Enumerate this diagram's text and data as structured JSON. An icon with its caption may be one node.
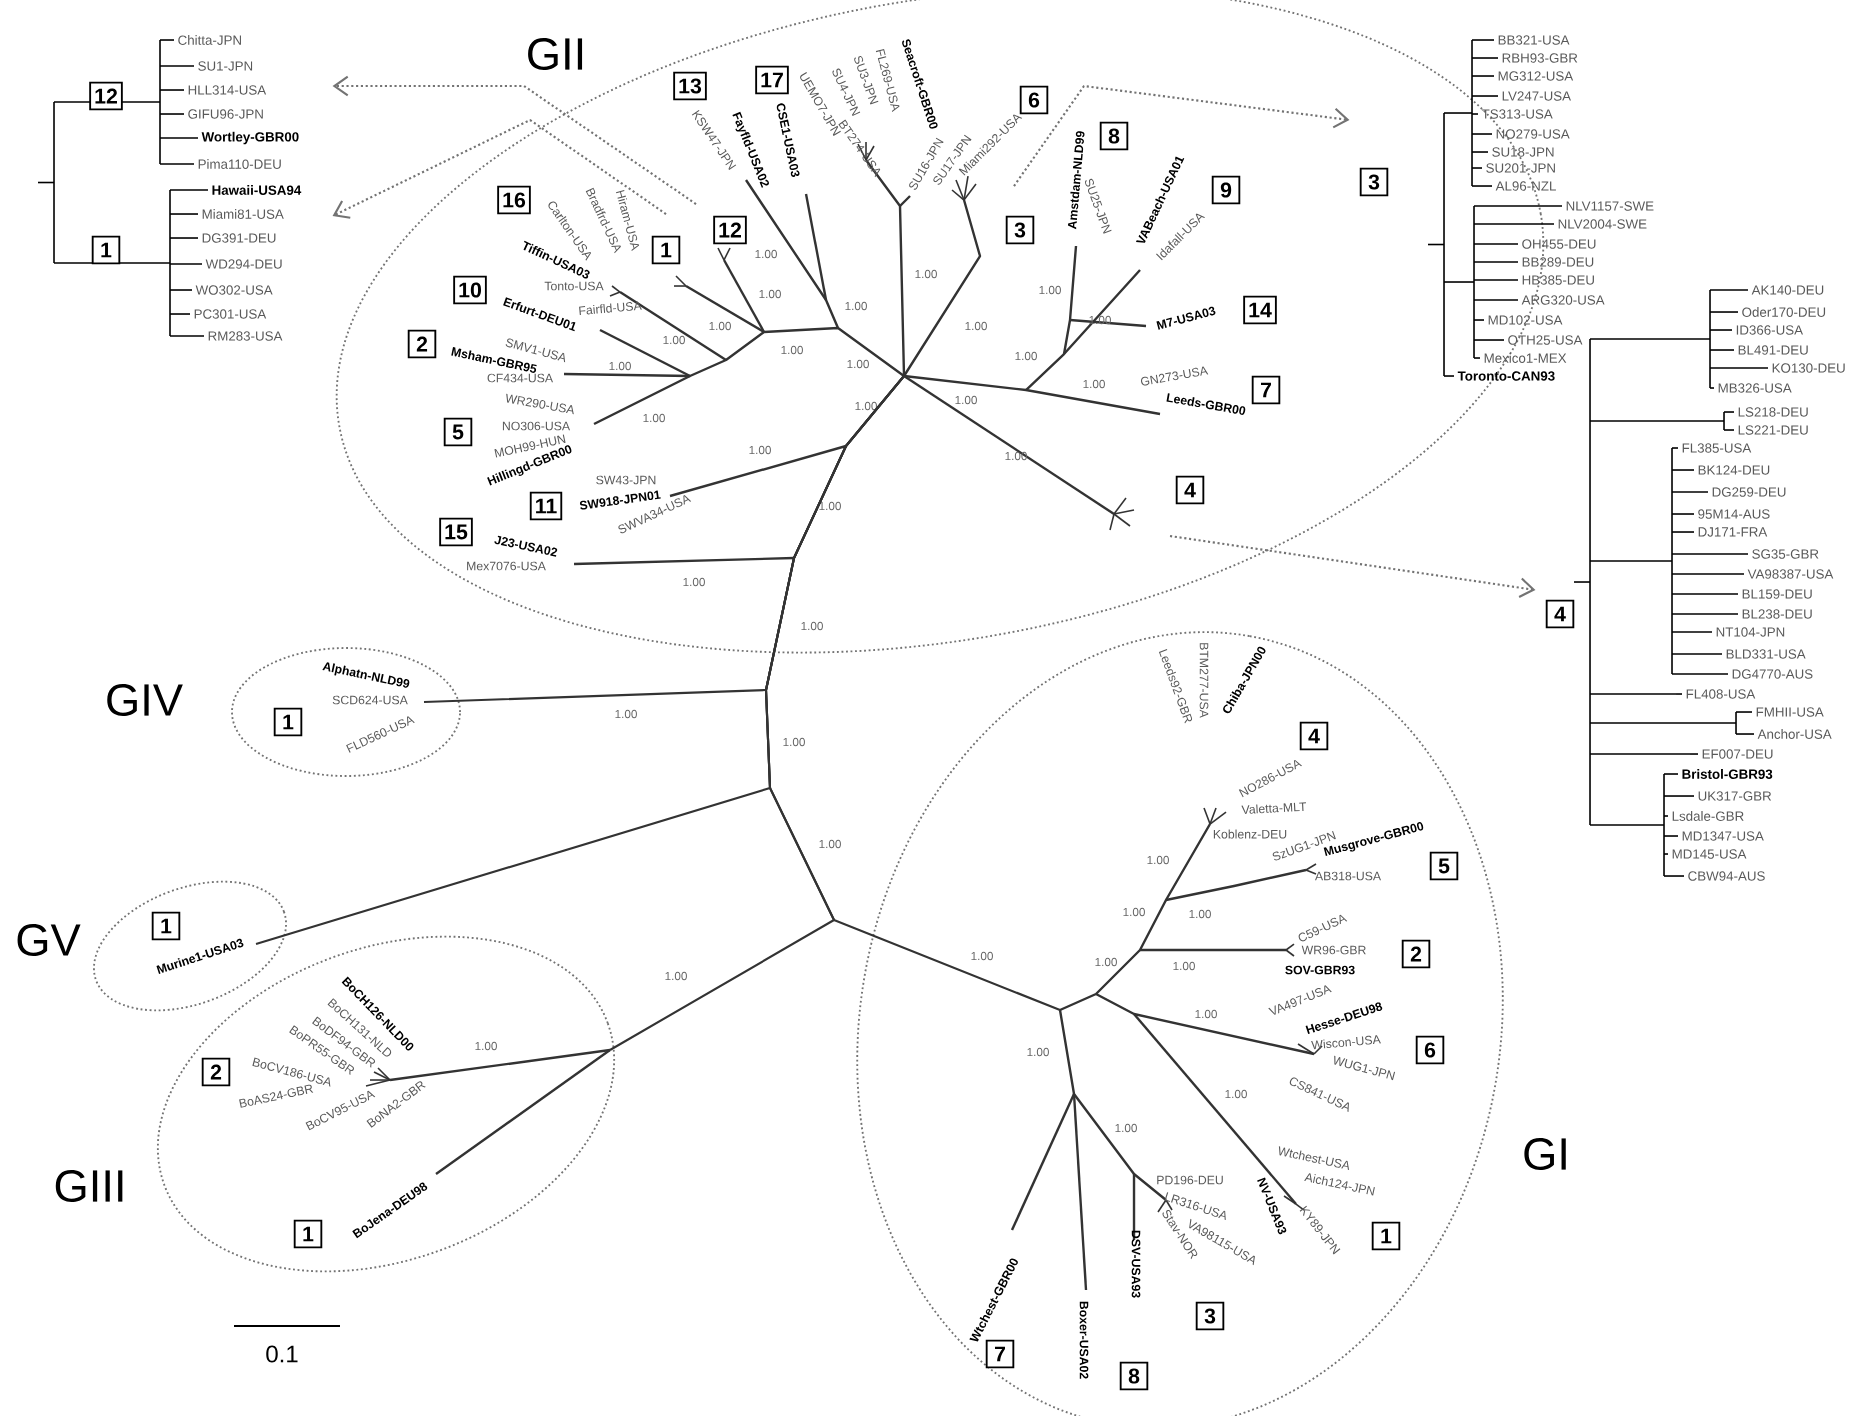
{
  "diagram": {
    "nodes": [
      {
        "text": [
          "12",
          "Chitta-JPN",
          "SU1-JPN",
          "HLL314-USA",
          "GIFU96-JPN",
          "Wortley-GBR00",
          "Pima110-DEU",
          "1",
          "Hawaii-USA94",
          "Miami81-USA",
          "DG391-DEU",
          "WD294-DEU",
          "WO302-USA",
          "PC301-USA",
          "RM283-USA"
        ]
      },
      {
        "text": [
          "GII",
          "13",
          "17",
          "6",
          "KSW47-JPN",
          "Fayfld-USA02",
          "CSE1-USA03",
          "UEMO7-JPN",
          "BT274-USA",
          "SU4-JPN",
          "SU3-JPN",
          "FL269-USA",
          "Seacroft-GBR00",
          "SU16-JPN",
          "SU17-JPN",
          "Miami292-USA",
          "16",
          "1",
          "12",
          "Hiram-USA",
          "Bradfrd-USA",
          "Carlton-USA",
          "10",
          "Tiffin-USA03",
          "Tonto-USA",
          "Fairfld-USA",
          "Erfurt-DEU01",
          "2",
          "SMV1-USA",
          "Msham-GBR95",
          "CF434-USA",
          "5",
          "WR290-USA",
          "NO306-USA",
          "MOH99-HUN",
          "Hillingd-GBR00",
          "11",
          "SW43-JPN",
          "SW918-JPN01",
          "SWVA34-USA",
          "15",
          "J23-USA02",
          "Mex7076-USA",
          "8",
          "3",
          "9",
          "Amstdam-NLD99",
          "SU25-JPN",
          "VABeach-USA01",
          "Idafall-USA",
          "14",
          "M7-USA03",
          "7",
          "GN273-USA",
          "Leeds-GBR00",
          "4",
          "1.00",
          "1.00",
          "1.00",
          "1.00",
          "1.00",
          "1.00",
          "1.00",
          "1.00",
          "1.00",
          "1.00",
          "1.00",
          "1.00",
          "1.00",
          "1.00",
          "1.00",
          "1.00",
          "1.00",
          "1.00",
          "1.00",
          "1.00",
          "1.00",
          "1.00"
        ]
      },
      {
        "text": [
          "3",
          "BB321-USA",
          "RBH93-GBR",
          "MG312-USA",
          "LV247-USA",
          "TS313-USA",
          "NO279-USA",
          "SU18-JPN",
          "SU201-JPN",
          "AL96-NZL",
          "NLV1157-SWE",
          "NLV2004-SWE",
          "OH455-DEU",
          "BB289-DEU",
          "HB385-DEU",
          "ARG320-USA",
          "MD102-USA",
          "OTH25-USA",
          "Mexico1-MEX",
          "Toronto-CAN93"
        ]
      },
      {
        "text": [
          "4",
          "AK140-DEU",
          "Oder170-DEU",
          "ID366-USA",
          "BL491-DEU",
          "KO130-DEU",
          "MB326-USA",
          "LS218-DEU",
          "LS221-DEU",
          "FL385-USA",
          "BK124-DEU",
          "DG259-DEU",
          "95M14-AUS",
          "DJ171-FRA",
          "SG35-GBR",
          "VA98387-USA",
          "BL159-DEU",
          "BL238-DEU",
          "NT104-JPN",
          "BLD331-USA",
          "DG4770-AUS",
          "FL408-USA",
          "FMHII-USA",
          "Anchor-USA",
          "EF007-DEU",
          "Bristol-GBR93",
          "UK317-GBR",
          "Lsdale-GBR",
          "MD1347-USA",
          "MD145-USA",
          "CBW94-AUS"
        ]
      },
      {
        "text": [
          "GIV",
          "1",
          "Alphatn-NLD99",
          "SCD624-USA",
          "FLD560-USA"
        ]
      },
      {
        "text": [
          "GV",
          "1",
          "Murine1-USA03"
        ]
      },
      {
        "text": [
          "GIII",
          "2",
          "1",
          "BoCH126-NLD00",
          "BoCH131-NLD",
          "BoDF94-GBR",
          "BoPR55-GBR",
          "BoCV186-USA",
          "BoAS24-GBR",
          "BoCV95-USA",
          "BoNA2-GBR",
          "BoJena-DEU98",
          "1.00"
        ]
      },
      {
        "text": [
          "GI",
          "4",
          "5",
          "2",
          "6",
          "1",
          "3",
          "7",
          "8",
          "Leeds92-GBR",
          "BTM277-USA",
          "Chiba-JPN00",
          "NO286-USA",
          "Valetta-MLT",
          "Koblenz-DEU",
          "SzUG1-JPN",
          "Musgrove-GBR00",
          "AB318-USA",
          "C59-USA",
          "WR96-GBR",
          "SOV-GBR93",
          "VA497-USA",
          "Hesse-DEU98",
          "Wiscon-USA",
          "WUG1-JPN",
          "CS841-USA",
          "Wtchest-USA",
          "Aich124-JPN",
          "KY89-JPN",
          "NV-USA93",
          "PD196-DEU",
          "LR316-USA",
          "VA98115-USA",
          "Stav-NOR",
          "DSV-USA93",
          "Boxer-USA02",
          "Wtchest-GBR00",
          "1.00",
          "1.00",
          "1.00",
          "1.00",
          "1.00",
          "1.00",
          "1.00",
          "1.00",
          "1.00",
          "1.00"
        ]
      }
    ],
    "edges": [
      {
        "from": 1,
        "to": 0,
        "arrow": "to",
        "style": "dashed"
      },
      {
        "from": 1,
        "to": 0,
        "arrow": "to",
        "style": "dashed"
      },
      {
        "from": 1,
        "to": 2,
        "arrow": "to",
        "style": "dashed"
      },
      {
        "from": 1,
        "to": 3,
        "arrow": "to",
        "style": "dashed"
      },
      {
        "from": 1,
        "to": 7,
        "arrow": "none",
        "color": "#333333"
      },
      {
        "from": 1,
        "to": 4,
        "arrow": "none",
        "color": "#333333"
      },
      {
        "from": 1,
        "to": 5,
        "arrow": "none",
        "color": "#333333"
      },
      {
        "from": 1,
        "to": 6,
        "arrow": "none",
        "color": "#333333"
      }
    ],
    "labels": [
      "1.00",
      "1.00",
      "1.00",
      "1.00",
      "0.1"
    ]
  }
}
